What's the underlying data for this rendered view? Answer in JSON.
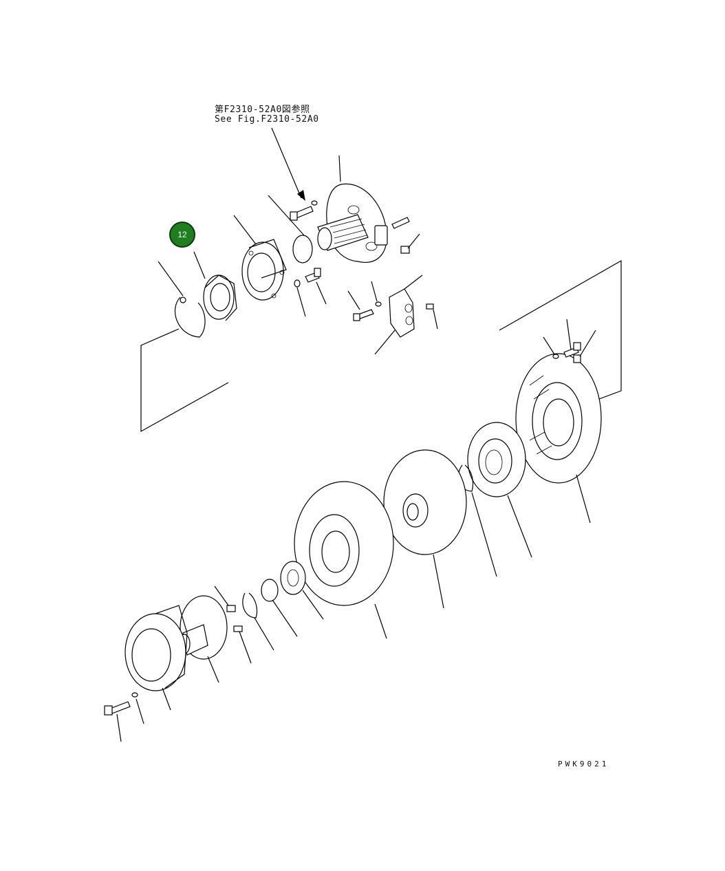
{
  "reference": {
    "japanese": "第F2310-52A0図参照",
    "english": "See Fig.F2310-52A0"
  },
  "callout": {
    "label": "12",
    "color": "#1f7f1f"
  },
  "figure_code": "PWK9021"
}
